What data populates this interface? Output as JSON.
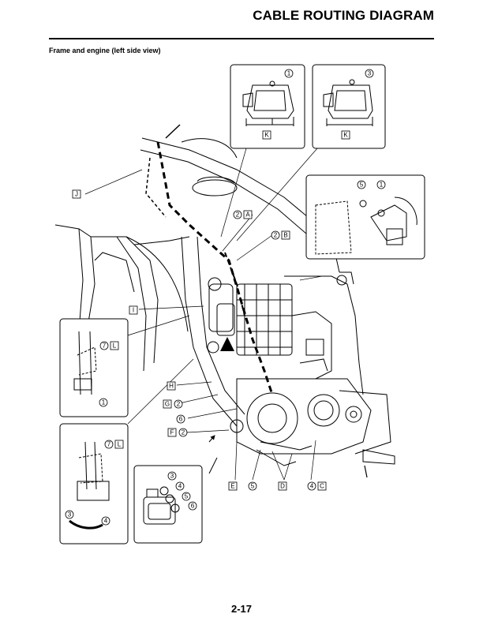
{
  "header": {
    "title": "CABLE ROUTING DIAGRAM"
  },
  "section": {
    "subtitle": "Frame and engine (left side view)"
  },
  "footer": {
    "page_number": "2-17"
  },
  "callouts": {
    "n1": "1",
    "n2": "2",
    "n3": "3",
    "n4": "4",
    "n5": "5",
    "n6": "6",
    "n7": "7",
    "A": "A",
    "B": "B",
    "C": "C",
    "D": "D",
    "E": "E",
    "F": "F",
    "G": "G",
    "H": "H",
    "I": "I",
    "J": "J",
    "K": "K",
    "L": "L"
  }
}
